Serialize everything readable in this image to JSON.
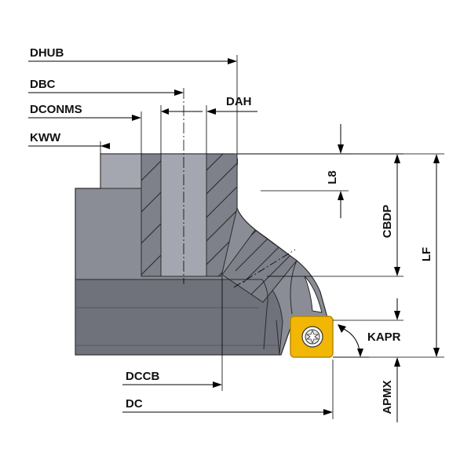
{
  "labels": {
    "dhub": "DHUB",
    "dbc": "DBC",
    "dconms": "DCONMS",
    "kww": "KWW",
    "dah": "DAH",
    "l8": "L8",
    "cbdp": "CBDP",
    "lf": "LF",
    "kapr": "KAPR",
    "dccb": "DCCB",
    "dc": "DC",
    "apmx": "APMX"
  },
  "colors": {
    "body": "#8a8d96",
    "body_light": "#a4a7af",
    "body_dark": "#6f727b",
    "section": "#7e818a",
    "insert": "#f2b705",
    "insert_edge": "#b88a00",
    "screw": "#e7e7e7"
  },
  "icons": {
    "insert_screw": "torx-screw-icon"
  }
}
